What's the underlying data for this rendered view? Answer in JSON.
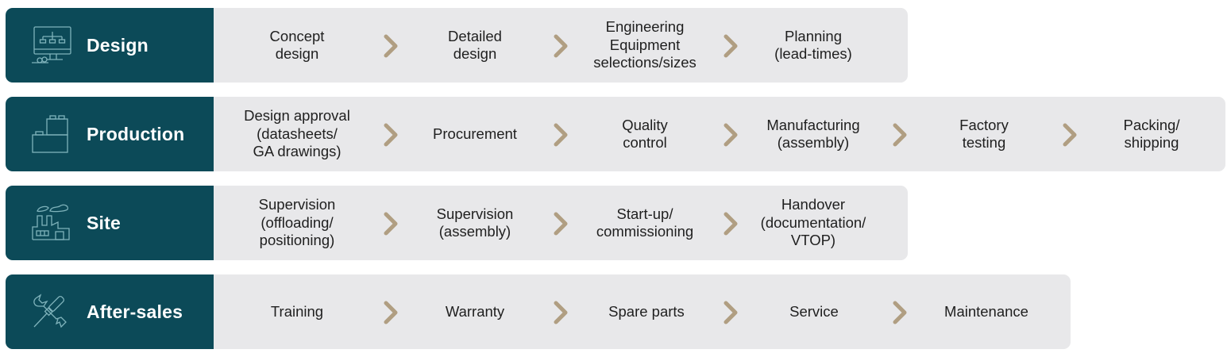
{
  "colors": {
    "header_bg": "#0c4a58",
    "body_bg": "#e8e8ea",
    "chevron": "#b09e82",
    "icon_stroke": "#7fb3bb",
    "text": "#1f1f1f"
  },
  "rows": [
    {
      "title": "Design",
      "icon": "monitor-flowchart-icon",
      "steps": [
        "Concept\ndesign",
        "Detailed\ndesign",
        "Engineering\nEquipment\nselections/sizes",
        "Planning\n(lead-times)"
      ]
    },
    {
      "title": "Production",
      "icon": "building-blocks-icon",
      "steps": [
        "Design approval\n(datasheets/\nGA drawings)",
        "Procurement",
        "Quality\ncontrol",
        "Manufacturing\n(assembly)",
        "Factory\ntesting",
        "Packing/\nshipping"
      ]
    },
    {
      "title": "Site",
      "icon": "factory-icon",
      "steps": [
        "Supervision\n(offloading/\npositioning)",
        "Supervision\n(assembly)",
        "Start-up/\ncommissioning",
        "Handover\n(documentation/\nVTOP)"
      ]
    },
    {
      "title": "After-sales",
      "icon": "wrench-screwdriver-icon",
      "steps": [
        "Training",
        "Warranty",
        "Spare parts",
        "Service",
        "Maintenance"
      ]
    }
  ]
}
